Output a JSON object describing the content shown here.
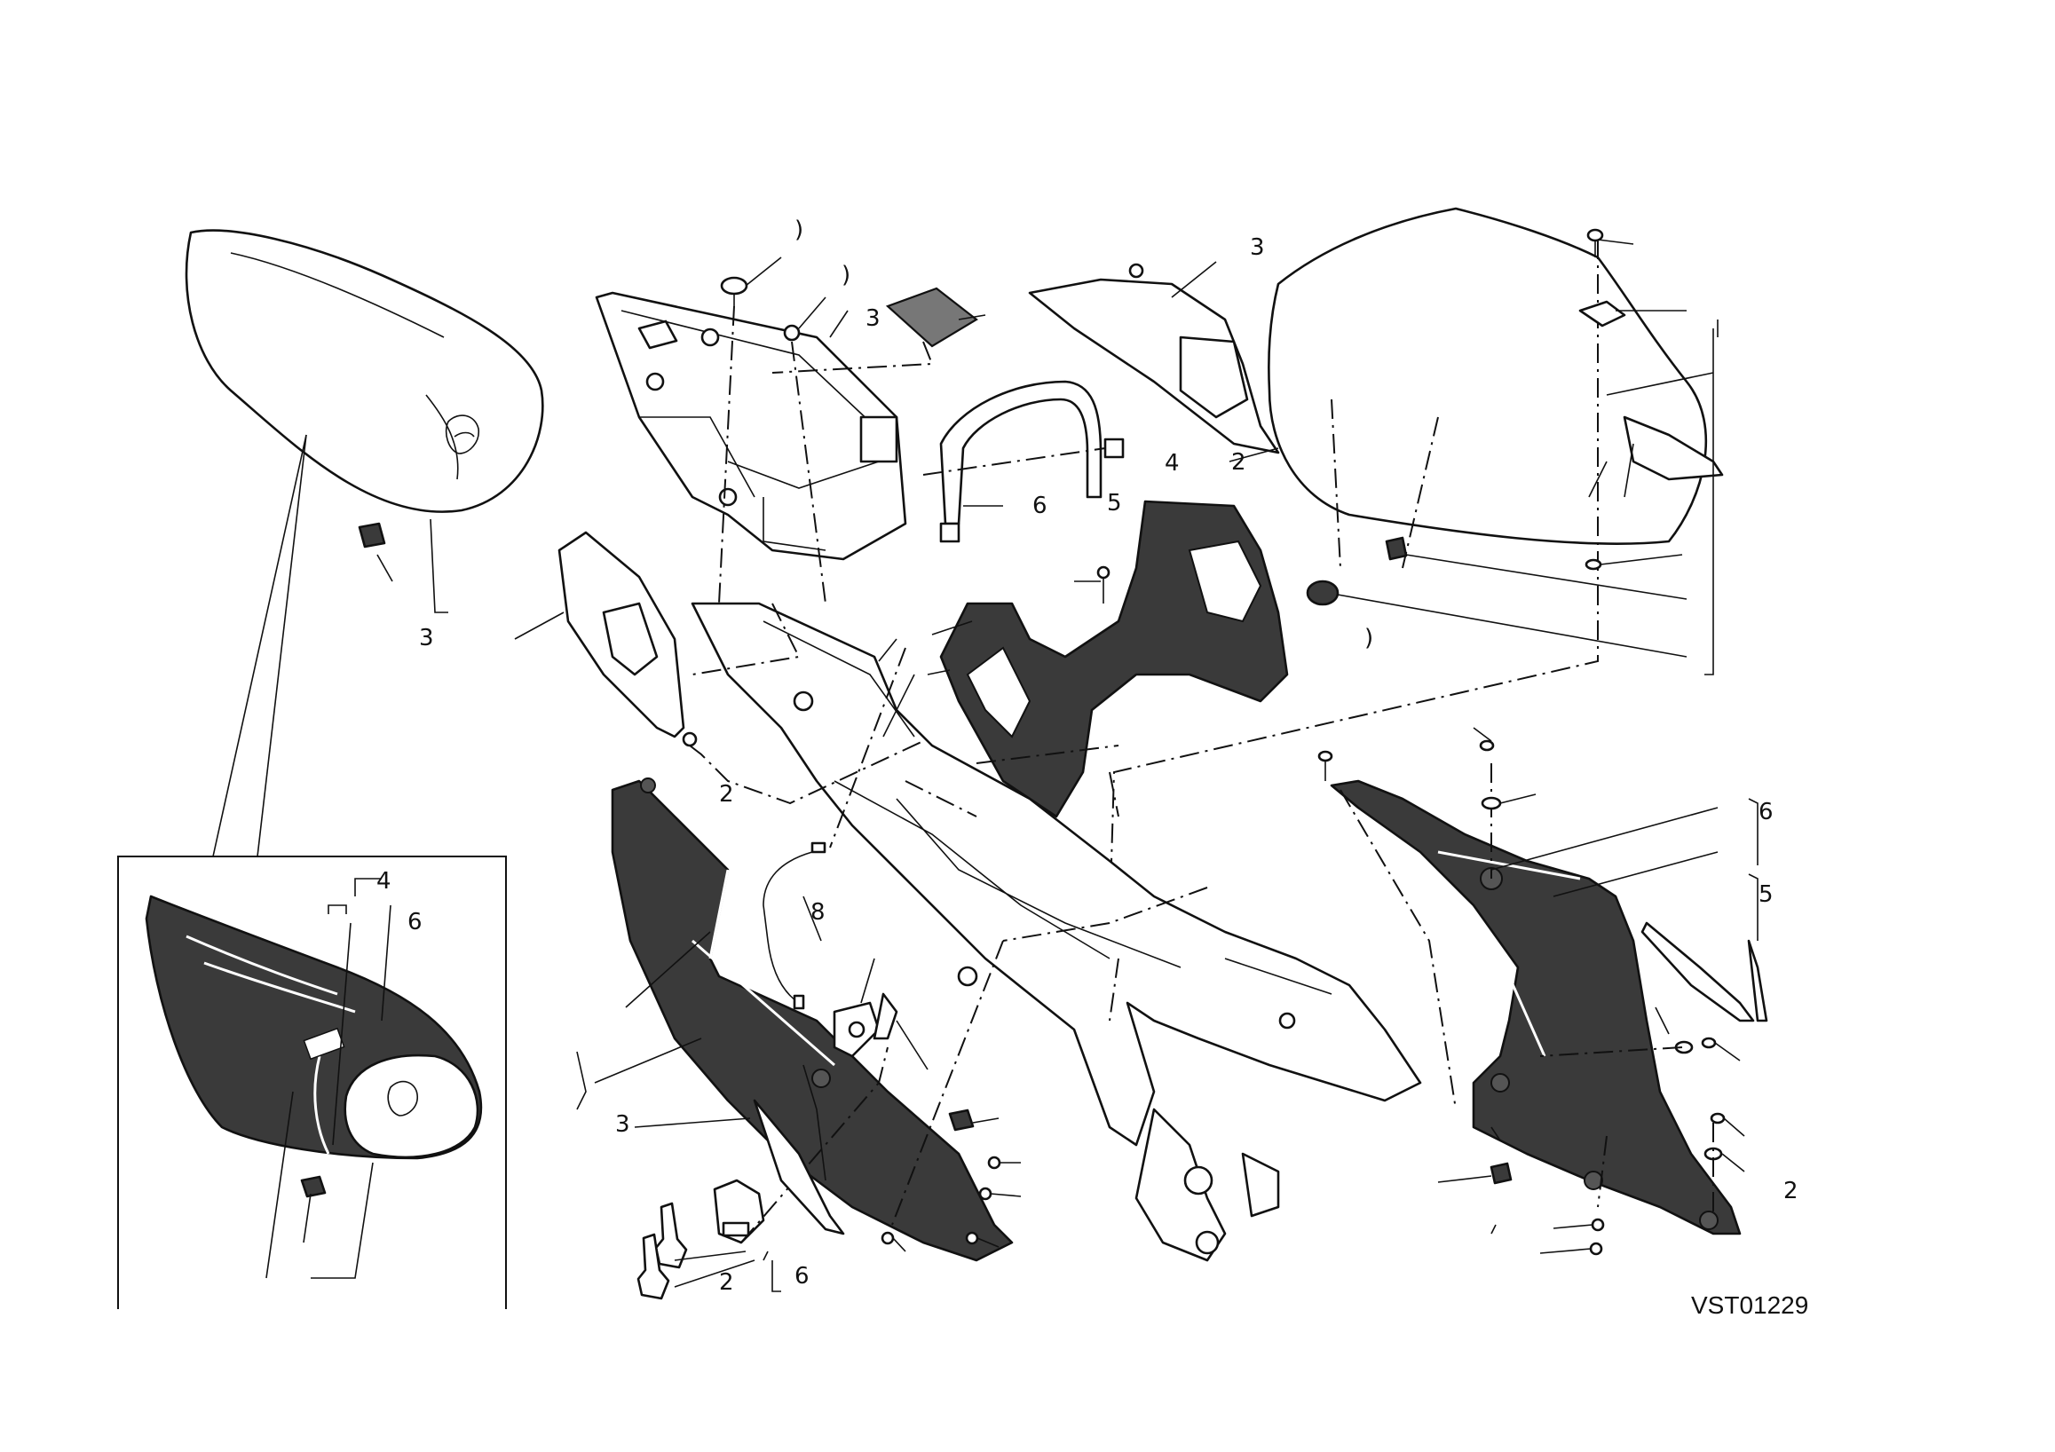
{
  "diagram": {
    "code": "VST01229",
    "callouts": [
      {
        "id": "c01",
        "text": ")"
      },
      {
        "id": "c02",
        "text": ")"
      },
      {
        "id": "c03",
        "text": "3"
      },
      {
        "id": "c04",
        "text": "3"
      },
      {
        "id": "c05",
        "text": "4"
      },
      {
        "id": "c06",
        "text": "5"
      },
      {
        "id": "c07",
        "text": "6"
      },
      {
        "id": "c08",
        "text": "2"
      },
      {
        "id": "c09",
        "text": ")"
      },
      {
        "id": "c10",
        "text": "2"
      },
      {
        "id": "c11",
        "text": "3"
      },
      {
        "id": "c12",
        "text": "4"
      },
      {
        "id": "c13",
        "text": "6"
      },
      {
        "id": "c14",
        "text": "8"
      },
      {
        "id": "c15",
        "text": "3"
      },
      {
        "id": "c16",
        "text": "6"
      },
      {
        "id": "c17",
        "text": "5"
      },
      {
        "id": "c18",
        "text": "6"
      },
      {
        "id": "c19",
        "text": "2"
      },
      {
        "id": "c20",
        "text": "2"
      }
    ]
  }
}
